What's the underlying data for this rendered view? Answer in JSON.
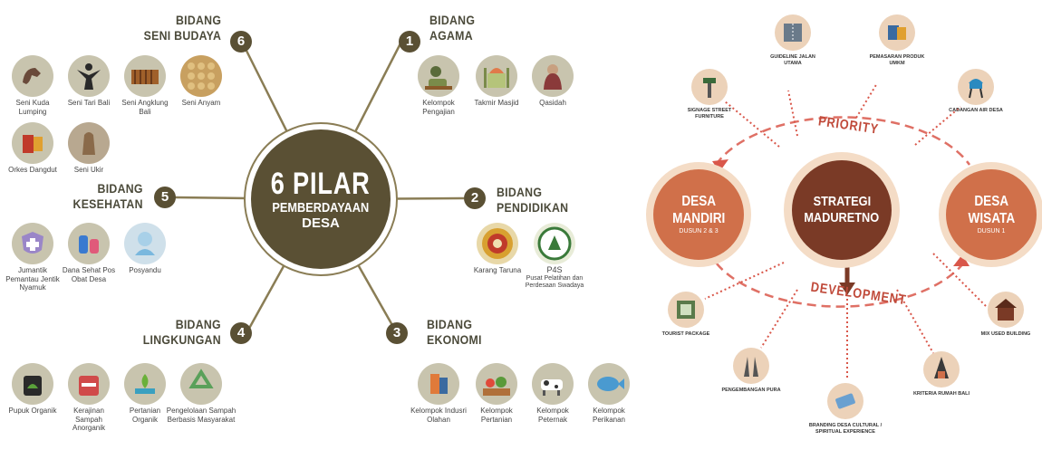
{
  "left": {
    "center": {
      "line1": "6 PILAR",
      "line2": "PEMBERDAYAAN",
      "line3": "DESA"
    },
    "pillars": [
      {
        "num": "1",
        "title1": "BIDANG",
        "title2": "AGAMA",
        "items": [
          "Kelompok Pengajian",
          "Takmir Masjid",
          "Qasidah"
        ]
      },
      {
        "num": "2",
        "title1": "BIDANG",
        "title2": "PENDIDIKAN",
        "items": [
          "Karang Taruna",
          "P4S",
          "Pusat Pelatihan dan Perdesaan Swadaya"
        ]
      },
      {
        "num": "3",
        "title1": "BIDANG",
        "title2": "EKONOMI",
        "items": [
          "Kelompok Indusri Olahan",
          "Kelompok Pertanian",
          "Kelompok Peternak",
          "Kelompok Perikanan"
        ]
      },
      {
        "num": "4",
        "title1": "BIDANG",
        "title2": "LINGKUNGAN",
        "items": [
          "Pupuk Organik",
          "Kerajinan Sampah Anorganik",
          "Pertanian Organik",
          "Pengelolaan Sampah Berbasis Masyarakat"
        ]
      },
      {
        "num": "5",
        "title1": "BIDANG",
        "title2": "KESEHATAN",
        "items": [
          "Jumantik Pemantau Jentik Nyamuk",
          "Dana Sehat Pos Obat Desa",
          "Posyandu"
        ]
      },
      {
        "num": "6",
        "title1": "BIDANG",
        "title2": "SENI BUDAYA",
        "items": [
          "Seni Kuda Lumping",
          "Seni Tari Bali",
          "Seni Angklung Bali",
          "Seni Anyam",
          "Orkes Dangdut",
          "Seni Ukir"
        ]
      }
    ]
  },
  "right": {
    "center": {
      "line1": "STRATEGI",
      "line2": "MADURETNO"
    },
    "left_hub": {
      "line1": "DESA",
      "line2": "MANDIRI",
      "sub": "DUSUN 2 & 3"
    },
    "right_hub": {
      "line1": "DESA",
      "line2": "WISATA",
      "sub": "DUSUN 1"
    },
    "priority": "PRIORITY",
    "development": "DEVELOPMENT",
    "nodes": [
      "GUIDELINE JALAN UTAMA",
      "PEMASARAN PRODUK UMKM",
      "SIGNAGE STREET FURNITURE",
      "CADANGAN AIR DESA",
      "TOURIST PACKAGE",
      "MIX USED BUILDING",
      "PENGEMBANGAN PURA",
      "KRITERIA RUMAH BALI",
      "BRANDING DESA CULTURAL / SPIRITUAL EXPERIENCE"
    ]
  },
  "colors": {
    "olive_dark": "#5a5034",
    "olive_ring": "#8a7d55",
    "icon_bg": "#c8c4ae",
    "orange_hub": "#d0704a",
    "brown_center": "#7a3a26",
    "peach_ring": "#f4dcc6",
    "dashed_red": "#d9574a"
  }
}
